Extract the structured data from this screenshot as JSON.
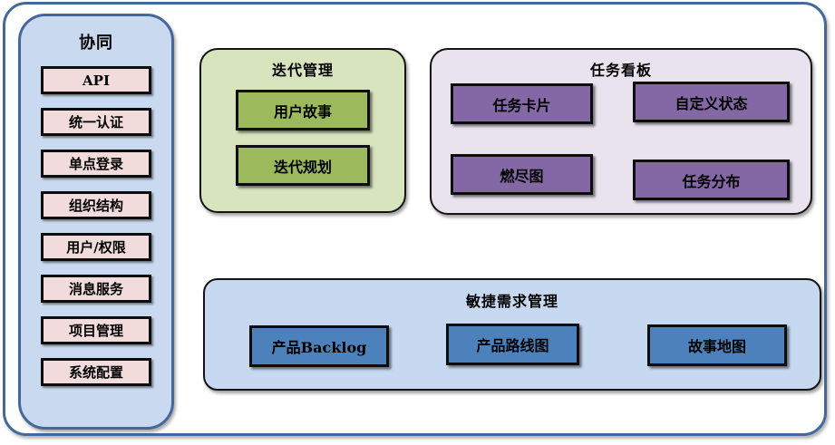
{
  "diagram": {
    "sidebar": {
      "title": "协同",
      "items": [
        "API",
        "统一认证",
        "单点登录",
        "组织结构",
        "用户/权限",
        "消息服务",
        "项目管理",
        "系统配置"
      ]
    },
    "groups": {
      "iteration": {
        "title": "迭代管理",
        "items": [
          "用户故事",
          "迭代规划"
        ]
      },
      "kanban": {
        "title": "任务看板",
        "items": [
          "任务卡片",
          "自定义状态",
          "燃尽图",
          "任务分布"
        ]
      },
      "agile": {
        "title": "敏捷需求管理",
        "items": [
          "产品Backlog",
          "产品路线图",
          "故事地图"
        ]
      }
    }
  },
  "colors": {
    "frame-border": "#44689c",
    "sidebar-bg": "#c9d9f0",
    "sidebar-item-bg": "#f2dcdb",
    "iteration-bg": "#d7e4bd",
    "iteration-item-bg": "#9cba5c",
    "kanban-bg": "#e8e3ee",
    "kanban-item-bg": "#8467a5",
    "agile-bg": "#c6d9f1",
    "agile-item-bg": "#4d81bc",
    "box-border": "#000000",
    "text": "#000000"
  }
}
